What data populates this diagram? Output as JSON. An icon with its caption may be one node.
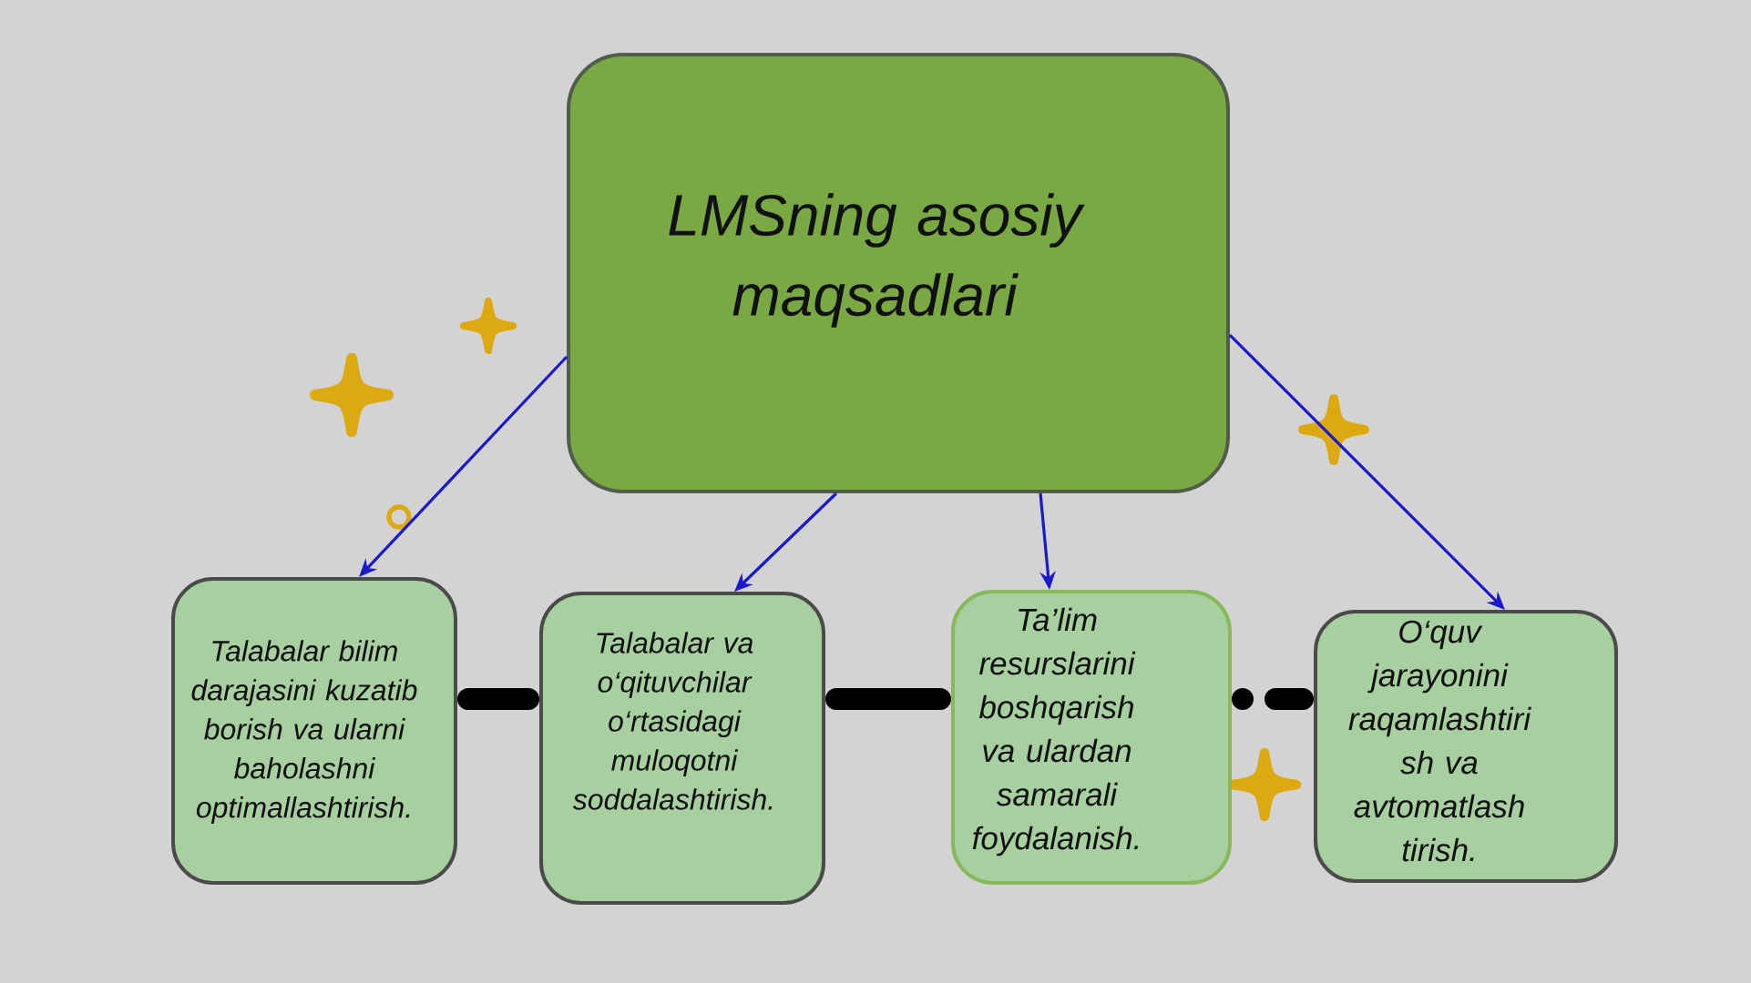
{
  "diagram": {
    "nodes": [
      {
        "text": [
          "LMSning asosiy maqsadlari"
        ]
      },
      {
        "text": [
          "Talabalar bilim darajasini kuzatib borish va ularni baholashni optimallashtirish."
        ]
      },
      {
        "text": [
          "Talabalar va o‘qituvchilar o‘rtasidagi muloqotni soddalashtirish."
        ]
      },
      {
        "text": [
          "Ta’lim resurslarini boshqarish va ulardan samarali foydalanish."
        ]
      },
      {
        "text": [
          "O‘quv jarayonini raqamlashtiri sh va avtomatlash tirish."
        ]
      }
    ],
    "edges": [
      {
        "from": 0,
        "to": 1,
        "arrow": "to"
      },
      {
        "from": 0,
        "to": 2,
        "arrow": "to"
      },
      {
        "from": 0,
        "to": 3,
        "arrow": "to"
      },
      {
        "from": 0,
        "to": 4,
        "arrow": "to"
      },
      {
        "from": 1,
        "to": 2,
        "arrow": "none",
        "style": "thick",
        "color": "#000000"
      },
      {
        "from": 2,
        "to": 3,
        "arrow": "none",
        "style": "thick",
        "color": "#000000"
      },
      {
        "from": 3,
        "to": 4,
        "arrow": "none",
        "style": "dashed",
        "color": "#000000"
      }
    ]
  }
}
